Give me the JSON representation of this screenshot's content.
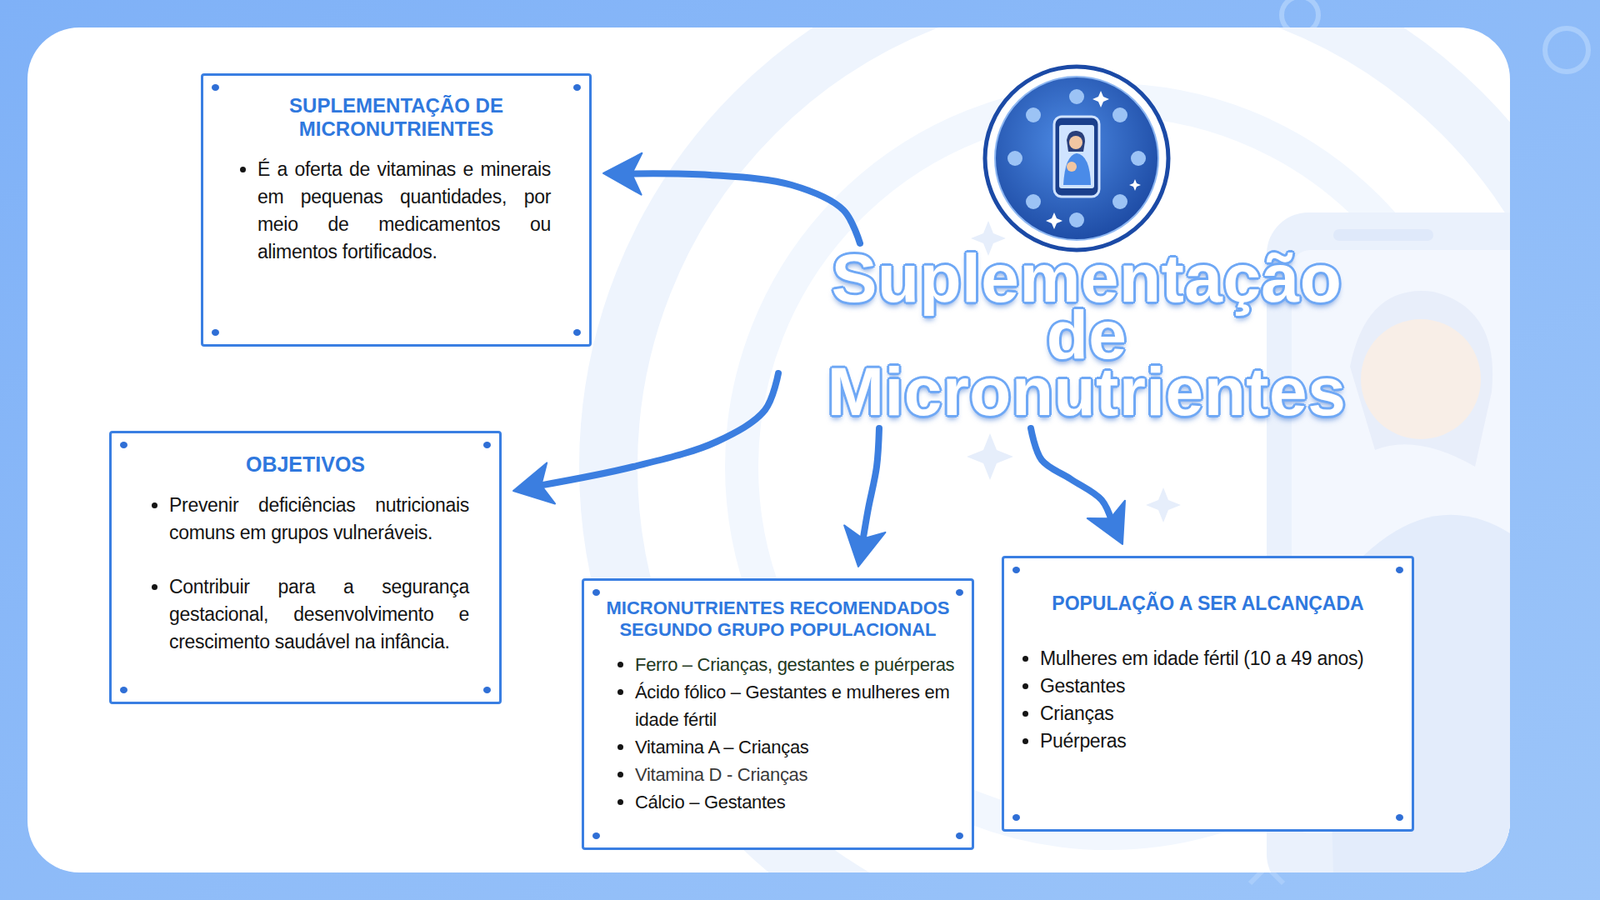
{
  "diagram": {
    "nodes": [
      {
        "text": [
          "Suplementação de Micronutrientes"
        ]
      },
      {
        "text": [
          "SUPLEMENTAÇÃO DE MICRONUTRIENTES",
          "É a oferta de vitaminas e minerais em pequenas quantidades, por meio de medicamentos ou alimentos fortificados."
        ]
      },
      {
        "text": [
          "OBJETIVOS",
          "Prevenir deficiências nutricionais comuns em grupos vulneráveis.",
          "Contribuir para a segurança gestacional, desenvolvimento e crescimento saudável na infância."
        ]
      },
      {
        "text": [
          "MICRONUTRIENTES RECOMENDADOS SEGUNDO GRUPO POPULACIONAL",
          "Ferro – Crianças, gestantes e puérperas",
          "Ácido fólico – Gestantes e mulheres em idade fértil",
          "Vitamina A – Crianças",
          "Vitamina D - Crianças",
          "Cálcio – Gestantes"
        ]
      },
      {
        "text": [
          "POPULAÇÃO A SER ALCANÇADA",
          "Mulheres em idade fértil (10 a 49 anos)",
          "Gestantes",
          "Crianças",
          "Puérperas"
        ]
      }
    ],
    "edges": [
      {
        "from": 0,
        "to": 1,
        "arrow": "to"
      },
      {
        "from": 0,
        "to": 2,
        "arrow": "to"
      },
      {
        "from": 0,
        "to": 3,
        "arrow": "to"
      },
      {
        "from": 0,
        "to": 4,
        "arrow": "to"
      }
    ]
  }
}
